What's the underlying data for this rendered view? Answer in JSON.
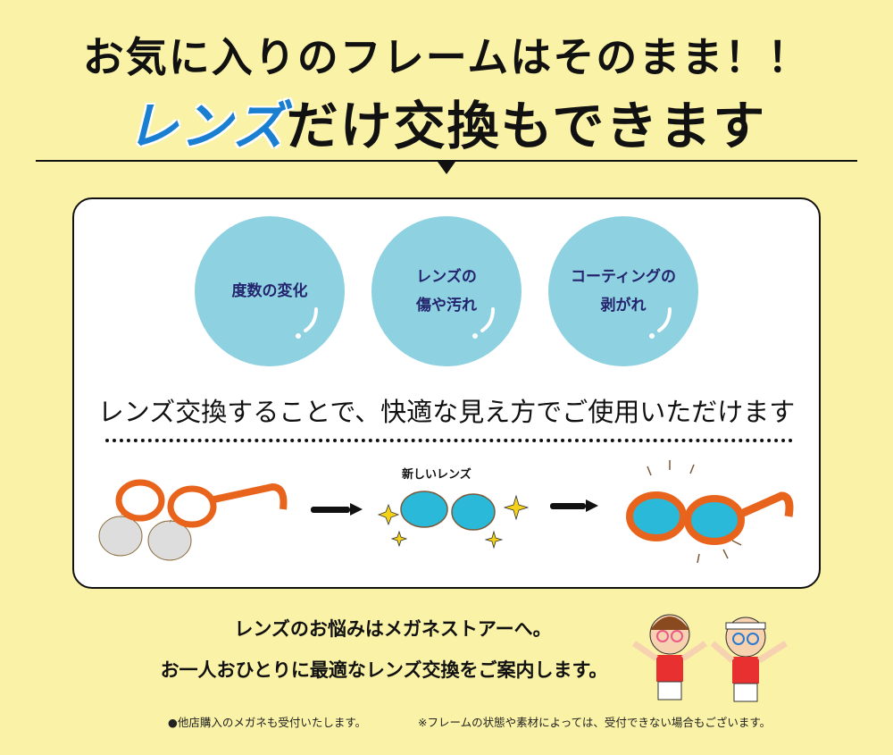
{
  "headline": {
    "line1": "お気に入りのフレームはそのまま！！",
    "line2_highlight": "レンズ",
    "line2_rest": "だけ交換もできます"
  },
  "reasons": [
    {
      "line1": "度数の変化",
      "line2": ""
    },
    {
      "line1": "レンズの",
      "line2": "傷や汚れ"
    },
    {
      "line1": "コーティングの",
      "line2": "剥がれ"
    }
  ],
  "message": "レンズ交換することで、快適な見え方でご使用いただけます",
  "illustration": {
    "new_lens_label": "新しいレンズ"
  },
  "bottom": {
    "line1": "レンズのお悩みはメガネストアーへ。",
    "line2": "お一人おひとりに最適なレンズ交換をご案内します。"
  },
  "notes": {
    "note1": "●他店購入のメガネも受付いたします。",
    "note2": "※フレームの状態や素材によっては、受付できない場合もございます。"
  },
  "colors": {
    "background": "#faf2a6",
    "accent": "#1a7fd0",
    "circle": "#8ed1e0",
    "frame": "#e8641c"
  }
}
